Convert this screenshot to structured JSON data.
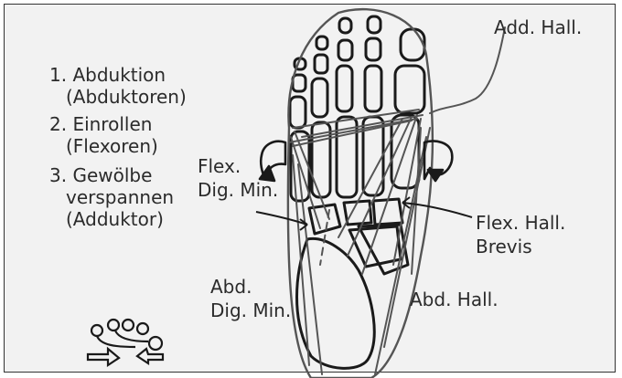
{
  "steps": [
    {
      "line1": "1. Abduktion",
      "line2": "(Abduktoren)"
    },
    {
      "line1": "2. Einrollen",
      "line2": "(Flexoren)"
    },
    {
      "line1": "3. Gewölbe",
      "line2": "verspannen",
      "line3": "(Adduktor)"
    }
  ],
  "labels": {
    "add_hall": "Add. Hall.",
    "flex_dig_min_1": "Flex.",
    "flex_dig_min_2": "Dig. Min.",
    "flex_hall_brevis_1": "Flex. Hall.",
    "flex_hall_brevis_2": "Brevis",
    "abd_dig_min_1": "Abd.",
    "abd_dig_min_2": "Dig. Min.",
    "abd_hall": "Abd. Hall."
  },
  "colors": {
    "frame_bg": "#f2f2f2",
    "bone_outline": "#1a1a1a",
    "muscle_line": "#555555",
    "text": "#2b2b2b"
  }
}
